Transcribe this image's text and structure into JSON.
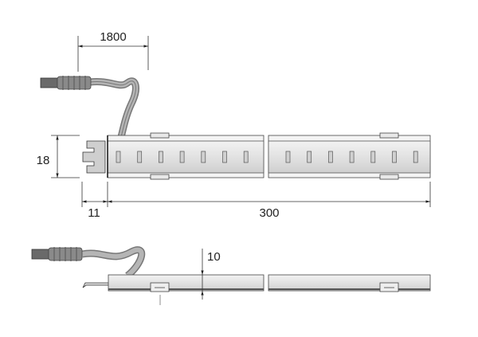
{
  "dimensions": {
    "cable_length": "1800",
    "height": "18",
    "end_cap_length": "11",
    "strip_length": "300",
    "thickness": "10"
  },
  "colors": {
    "strip_fill": "#e6e6e6",
    "strip_edge": "#555555",
    "led": "#d0d0d0",
    "cable": "#8c8c8c",
    "plug": "#6a6a6a"
  },
  "led_count_visible": 14
}
